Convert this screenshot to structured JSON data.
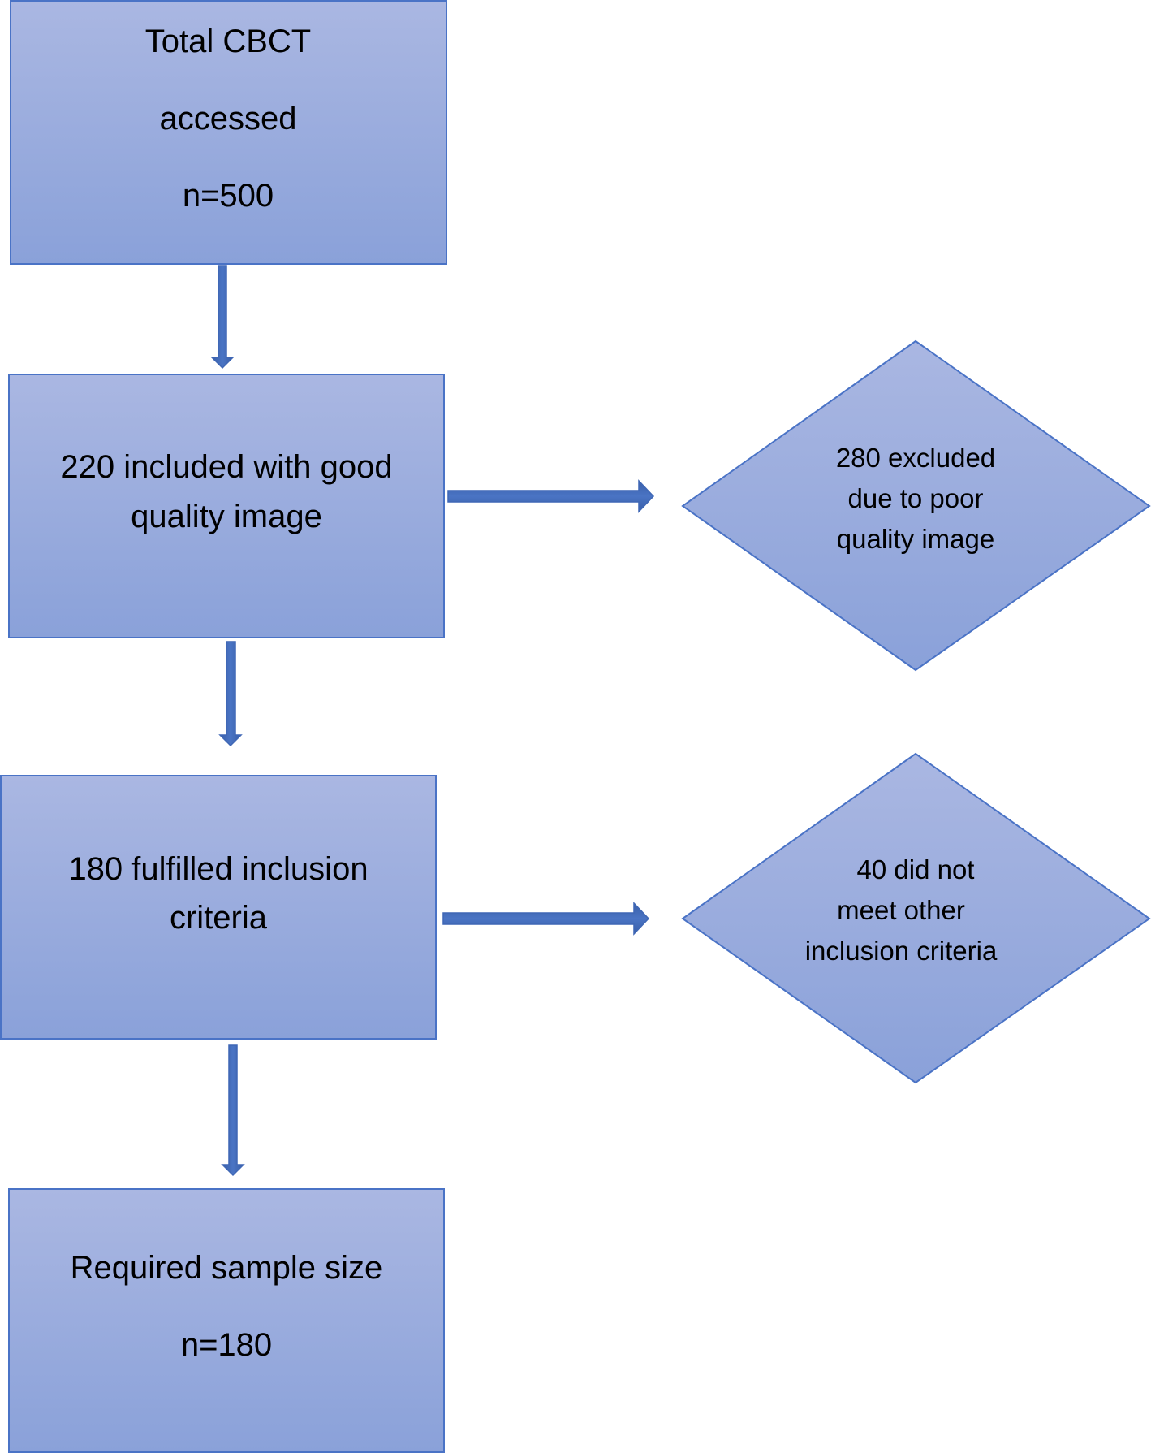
{
  "flowchart": {
    "box_total": [
      "Total CBCT",
      "accessed",
      "n=500"
    ],
    "box_included": [
      "220 included with good",
      "quality image"
    ],
    "box_fulfilled": [
      "180 fulfilled inclusion",
      "criteria"
    ],
    "box_sample": [
      "Required sample size",
      "n=180"
    ],
    "diamond_excluded": [
      "280 excluded",
      "due to poor",
      "quality image"
    ],
    "diamond_not_met": [
      "40 did not",
      "meet other",
      "inclusion criteria"
    ]
  },
  "colors": {
    "fill_top": "#aab7e2",
    "fill_bottom": "#8aa1d9",
    "stroke": "#4a73c6",
    "arrow": "#3f67b5"
  }
}
